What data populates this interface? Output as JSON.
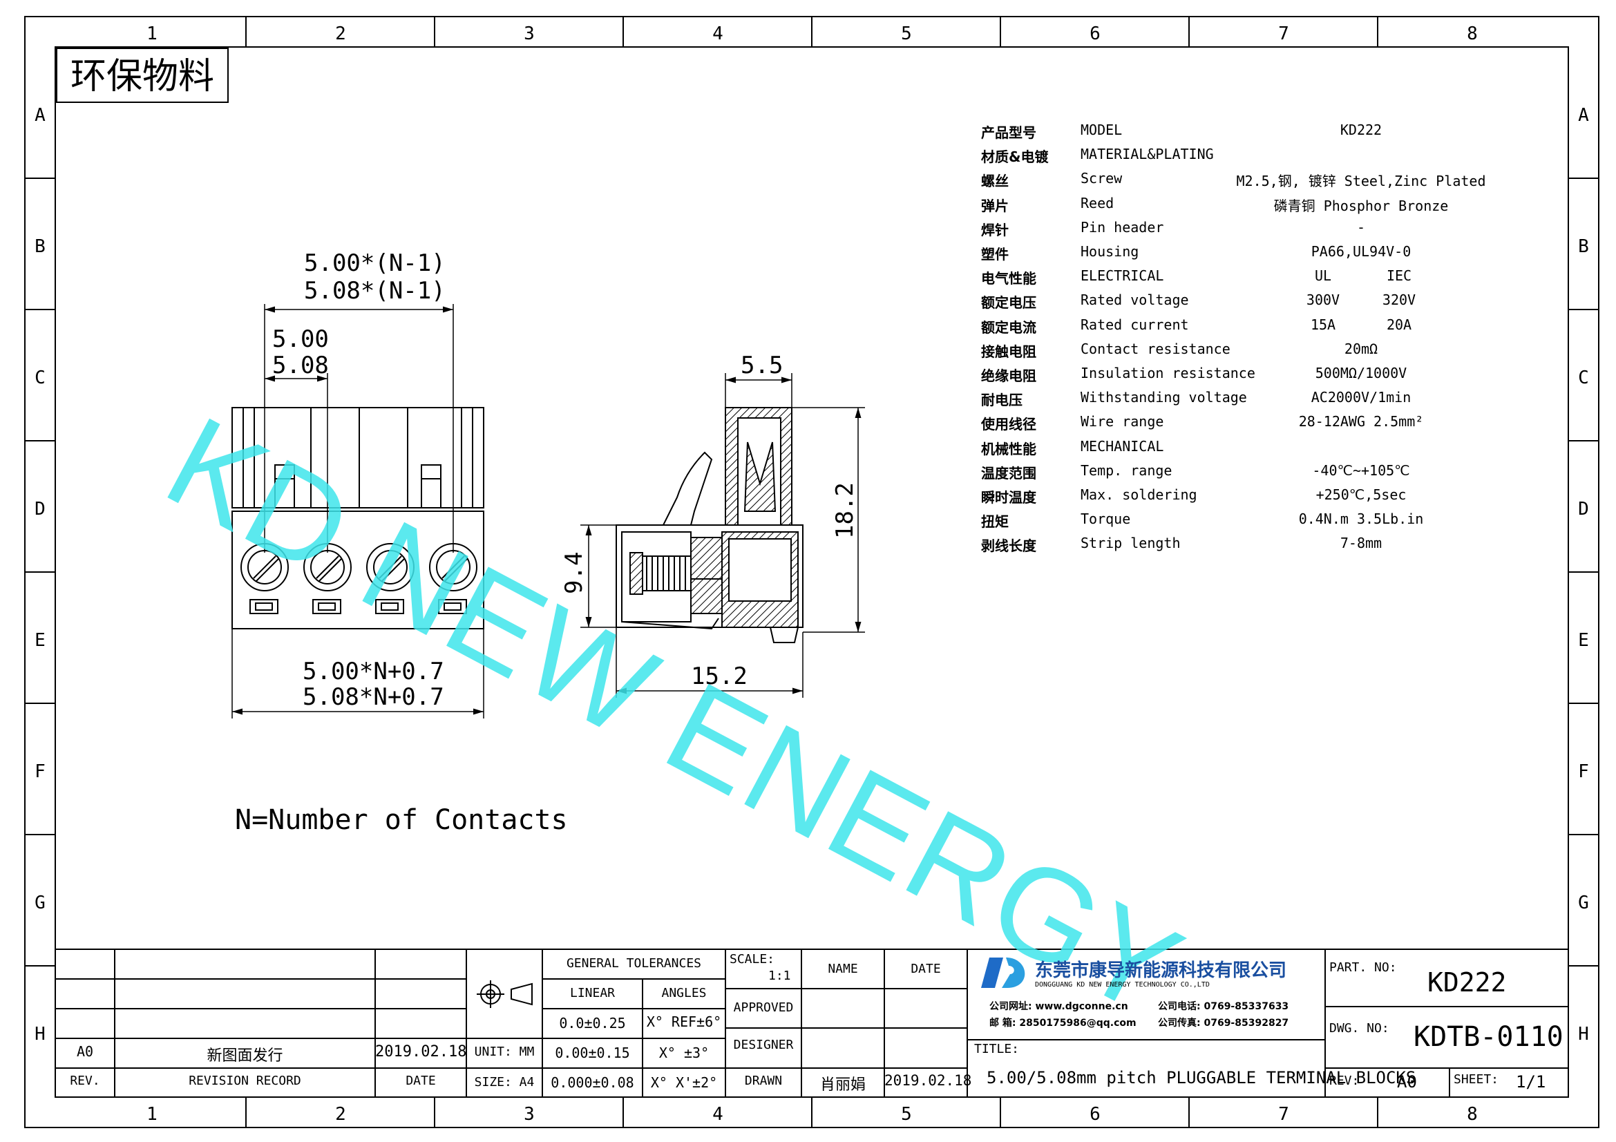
{
  "frame": {
    "columns": [
      "1",
      "2",
      "3",
      "4",
      "5",
      "6",
      "7",
      "8"
    ],
    "rows": [
      "A",
      "B",
      "C",
      "D",
      "E",
      "F",
      "G",
      "H"
    ]
  },
  "stamp": "环保物料",
  "watermark": "KD NEW ENERGY",
  "front_view": {
    "dim_n1_500": "5.00*(N-1)",
    "dim_n1_508": "5.08*(N-1)",
    "dim_pitch_500": "5.00",
    "dim_pitch_508": "5.08",
    "dim_total_500": "5.00*N+0.7",
    "dim_total_508": "5.08*N+0.7"
  },
  "side_view": {
    "dim_top": "5.5",
    "dim_height": "18.2",
    "dim_left": "9.4",
    "dim_bottom": "15.2"
  },
  "note": "N=Number of Contacts",
  "specs": [
    {
      "cn": "产品型号",
      "en": "MODEL",
      "v1": "KD222"
    },
    {
      "cn": "材质&电镀",
      "en": "MATERIAL&PLATING",
      "v1": ""
    },
    {
      "cn": "螺丝",
      "en": "Screw",
      "v1": "M2.5,钢, 镀锌 Steel,Zinc Plated"
    },
    {
      "cn": "弹片",
      "en": "Reed",
      "v1": "磷青铜 Phosphor Bronze"
    },
    {
      "cn": "焊针",
      "en": "Pin header",
      "v1": "-"
    },
    {
      "cn": "塑件",
      "en": "Housing",
      "v1": "PA66,UL94V-0"
    },
    {
      "cn": "电气性能",
      "en": "ELECTRICAL",
      "v1": "UL",
      "v2": "IEC"
    },
    {
      "cn": "额定电压",
      "en": "Rated voltage",
      "v1": "300V",
      "v2": "320V"
    },
    {
      "cn": "额定电流",
      "en": "Rated current",
      "v1": "15A",
      "v2": "20A"
    },
    {
      "cn": "接触电阻",
      "en": "Contact resistance",
      "v1": "20mΩ"
    },
    {
      "cn": "绝缘电阻",
      "en": "Insulation resistance",
      "v1": "500MΩ/1000V"
    },
    {
      "cn": "耐电压",
      "en": "Withstanding voltage",
      "v1": "AC2000V/1min"
    },
    {
      "cn": "使用线径",
      "en": "Wire range",
      "v1": "28-12AWG 2.5mm²"
    },
    {
      "cn": "机械性能",
      "en": "MECHANICAL",
      "v1": ""
    },
    {
      "cn": "温度范围",
      "en": "Temp. range",
      "v1": "-40℃~+105℃"
    },
    {
      "cn": "瞬时温度",
      "en": "Max. soldering",
      "v1": "+250℃,5sec"
    },
    {
      "cn": "扭矩",
      "en": "Torque",
      "v1": "0.4N.m 3.5Lb.in"
    },
    {
      "cn": "剥线长度",
      "en": "Strip length",
      "v1": "7-8mm"
    }
  ],
  "title_block": {
    "rev_code": "A0",
    "rev_record": "新图面发行",
    "rev_date": "2019.02.18",
    "rev_label": "REV.",
    "revision_record_label": "REVISION RECORD",
    "date_label": "DATE",
    "unit": "UNIT: MM",
    "size": "SIZE: A4",
    "general_tolerances": "GENERAL TOLERANCES",
    "linear": "LINEAR",
    "angles": "ANGLES",
    "tol1": "0.0±0.25",
    "tol2": "0.00±0.15",
    "tol3": "0.000±0.08",
    "ang1": "X° REF±6°",
    "ang2": "X° ±3°",
    "ang3": "X° X'±2°",
    "scale_label": "SCALE:",
    "scale_value": "1:1",
    "name_label": "NAME",
    "date_label2": "DATE",
    "approved": "APPROVED",
    "designer": "DESIGNER",
    "drawn": "DRAWN",
    "drawn_name": "肖丽娟",
    "drawn_date": "2019.02.18",
    "company_cn": "东莞市康导新能源科技有限公司",
    "company_en": "DONGGUANG KD NEW ENERGY TECHNOLOGY CO.,LTD",
    "website": "公司网址: www.dgconne.cn",
    "phone": "公司电话: 0769-85337633",
    "email": "邮     箱: 2850175986@qq.com",
    "fax": "公司传真: 0769-85392827",
    "title_label": "TITLE:",
    "title_value": "5.00/5.08mm pitch PLUGGABLE TERMINAL BLOCKS",
    "part_no_label": "PART. NO:",
    "part_no": "KD222",
    "dwg_no_label": "DWG. NO:",
    "dwg_no": "KDTB-0110",
    "rev_label2": "REV:",
    "rev_value": "A0",
    "sheet_label": "SHEET:",
    "sheet_value": "1/1"
  }
}
